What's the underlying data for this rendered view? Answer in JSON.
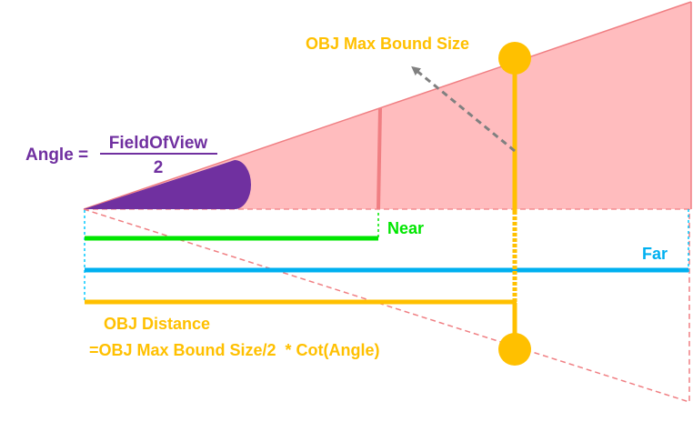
{
  "labels": {
    "angle_prefix": "Angle =",
    "fov_numerator": "FieldOfView",
    "fov_denominator": "2",
    "obj_max_bound_size": "OBJ Max Bound Size",
    "near": "Near",
    "far": "Far",
    "obj_distance": "OBJ Distance",
    "obj_distance_formula": "=OBJ Max Bound Size/2  * Cot(Angle)"
  },
  "colors": {
    "frustum_fill": "#ffbcbe",
    "frustum_line": "#f07f83",
    "angle_purple": "#7030a0",
    "near_green": "#00e600",
    "far_blue": "#00b0f0",
    "obj_orange": "#ffc000",
    "arrow_gray": "#808080",
    "cyan_guide": "#00c8ff"
  }
}
